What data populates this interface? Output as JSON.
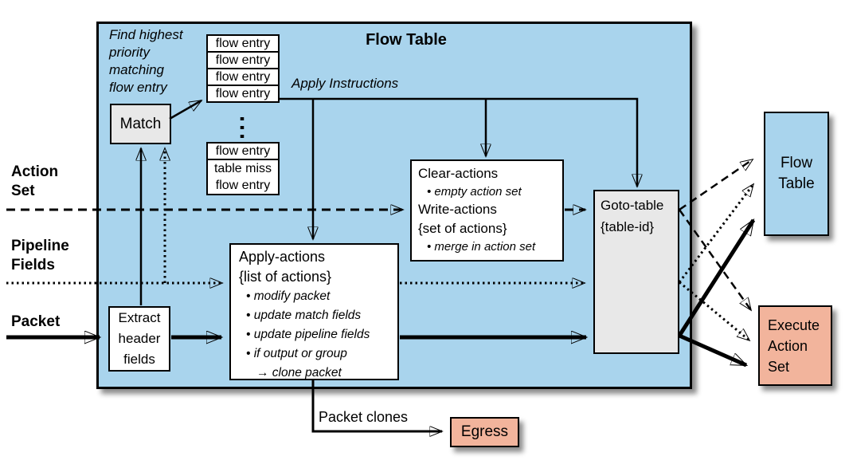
{
  "colors": {
    "table_background": "#A9D4ED",
    "salmon_box": "#F2B49C",
    "gray_box": "#E8E8E8",
    "line_color": "#000000"
  },
  "diagram": {
    "flow_table": {
      "title": "Flow Table",
      "note_lines": [
        "Find highest",
        "priority",
        "matching",
        "flow entry"
      ],
      "match_label": "Match",
      "flow_entries_top": [
        "flow entry",
        "flow entry",
        "flow entry",
        "flow entry"
      ],
      "flow_entry_bottom": "flow entry",
      "table_miss_lines": [
        "table miss",
        "flow entry"
      ],
      "apply_instructions_label": "Apply Instructions",
      "clear_write": {
        "clear_title": "Clear-actions",
        "clear_bullet": "• empty action set",
        "write_title": "Write-actions",
        "write_braces": "{set of actions}",
        "write_bullet": "• merge in action set"
      },
      "apply_actions": {
        "title": "Apply-actions",
        "braces": "{list of actions}",
        "bullets": [
          "• modify packet",
          "• update match fields",
          "• update pipeline fields",
          "• if output or group",
          "→ clone packet"
        ]
      },
      "goto_table": {
        "title": "Goto-table",
        "braces": "{table-id}"
      },
      "extract_lines": [
        "Extract",
        "header",
        "fields"
      ]
    },
    "left_labels": {
      "action_set": [
        "Action",
        "Set"
      ],
      "pipeline_fields": [
        "Pipeline",
        "Fields"
      ],
      "packet": "Packet"
    },
    "right": {
      "flow_table_lines": [
        "Flow",
        "Table"
      ],
      "execute_lines": [
        "Execute",
        "Action",
        "Set"
      ]
    },
    "bottom": {
      "packet_clones_label": "Packet clones",
      "egress_label": "Egress"
    }
  }
}
